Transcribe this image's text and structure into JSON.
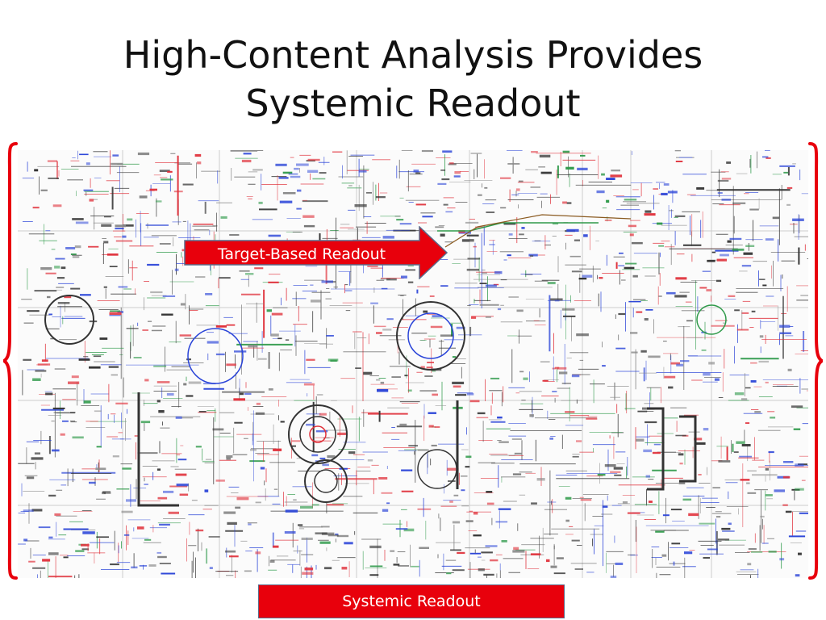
{
  "slide": {
    "title_line1": "High-Content Analysis Provides",
    "title_line2": "Systemic Readout",
    "target_label": "Target-Based Readout",
    "systemic_label": "Systemic Readout"
  },
  "colors": {
    "accent_red": "#e8000c",
    "brace_red": "#e8000c",
    "pathway_blue": "#2a44d8",
    "pathway_red": "#e0303a",
    "pathway_green": "#2f9a4a",
    "pathway_dark": "#333333"
  }
}
